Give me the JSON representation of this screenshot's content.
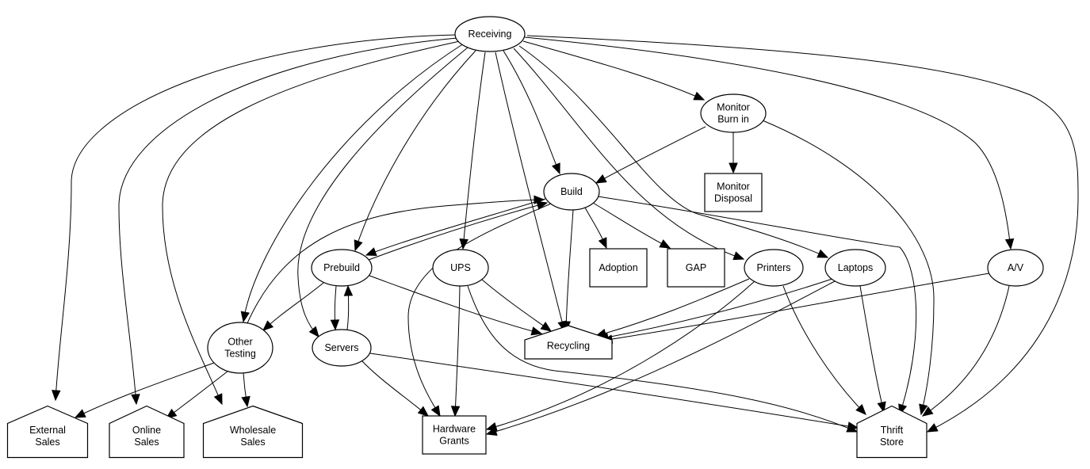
{
  "diagram": {
    "type": "directed-graph",
    "nodes": [
      {
        "id": "receiving",
        "label": [
          "Receiving"
        ],
        "shape": "ellipse"
      },
      {
        "id": "monitor_burn_in",
        "label": [
          "Monitor",
          "Burn in"
        ],
        "shape": "ellipse"
      },
      {
        "id": "monitor_disposal",
        "label": [
          "Monitor",
          "Disposal"
        ],
        "shape": "box"
      },
      {
        "id": "build",
        "label": [
          "Build"
        ],
        "shape": "ellipse"
      },
      {
        "id": "prebuild",
        "label": [
          "Prebuild"
        ],
        "shape": "ellipse"
      },
      {
        "id": "ups",
        "label": [
          "UPS"
        ],
        "shape": "ellipse"
      },
      {
        "id": "adoption",
        "label": [
          "Adoption"
        ],
        "shape": "box"
      },
      {
        "id": "gap",
        "label": [
          "GAP"
        ],
        "shape": "box"
      },
      {
        "id": "printers",
        "label": [
          "Printers"
        ],
        "shape": "ellipse"
      },
      {
        "id": "laptops",
        "label": [
          "Laptops"
        ],
        "shape": "ellipse"
      },
      {
        "id": "av",
        "label": [
          "A/V"
        ],
        "shape": "ellipse"
      },
      {
        "id": "other_testing",
        "label": [
          "Other",
          "Testing"
        ],
        "shape": "ellipse"
      },
      {
        "id": "servers",
        "label": [
          "Servers"
        ],
        "shape": "ellipse"
      },
      {
        "id": "recycling",
        "label": [
          "Recycling"
        ],
        "shape": "house"
      },
      {
        "id": "external_sales",
        "label": [
          "External",
          "Sales"
        ],
        "shape": "house"
      },
      {
        "id": "online_sales",
        "label": [
          "Online",
          "Sales"
        ],
        "shape": "house"
      },
      {
        "id": "wholesale_sales",
        "label": [
          "Wholesale",
          "Sales"
        ],
        "shape": "house"
      },
      {
        "id": "hardware_grants",
        "label": [
          "Hardware",
          "Grants"
        ],
        "shape": "box"
      },
      {
        "id": "thrift_store",
        "label": [
          "Thrift",
          "Store"
        ],
        "shape": "house"
      }
    ],
    "edges": [
      {
        "from": "receiving",
        "to": "external_sales"
      },
      {
        "from": "receiving",
        "to": "online_sales"
      },
      {
        "from": "receiving",
        "to": "wholesale_sales"
      },
      {
        "from": "receiving",
        "to": "other_testing"
      },
      {
        "from": "receiving",
        "to": "servers"
      },
      {
        "from": "receiving",
        "to": "prebuild"
      },
      {
        "from": "receiving",
        "to": "ups"
      },
      {
        "from": "receiving",
        "to": "recycling"
      },
      {
        "from": "receiving",
        "to": "build"
      },
      {
        "from": "receiving",
        "to": "printers"
      },
      {
        "from": "receiving",
        "to": "laptops"
      },
      {
        "from": "receiving",
        "to": "monitor_burn_in"
      },
      {
        "from": "receiving",
        "to": "av"
      },
      {
        "from": "receiving",
        "to": "thrift_store"
      },
      {
        "from": "monitor_burn_in",
        "to": "build"
      },
      {
        "from": "monitor_burn_in",
        "to": "monitor_disposal"
      },
      {
        "from": "monitor_burn_in",
        "to": "thrift_store"
      },
      {
        "from": "build",
        "to": "prebuild"
      },
      {
        "from": "prebuild",
        "to": "build"
      },
      {
        "from": "other_testing",
        "to": "build"
      },
      {
        "from": "build",
        "to": "hardware_grants"
      },
      {
        "from": "build",
        "to": "recycling"
      },
      {
        "from": "build",
        "to": "adoption"
      },
      {
        "from": "build",
        "to": "gap"
      },
      {
        "from": "build",
        "to": "thrift_store"
      },
      {
        "from": "prebuild",
        "to": "other_testing"
      },
      {
        "from": "prebuild",
        "to": "servers"
      },
      {
        "from": "servers",
        "to": "prebuild"
      },
      {
        "from": "prebuild",
        "to": "recycling"
      },
      {
        "from": "ups",
        "to": "recycling"
      },
      {
        "from": "ups",
        "to": "hardware_grants"
      },
      {
        "from": "ups",
        "to": "thrift_store"
      },
      {
        "from": "printers",
        "to": "recycling"
      },
      {
        "from": "printers",
        "to": "hardware_grants"
      },
      {
        "from": "printers",
        "to": "thrift_store"
      },
      {
        "from": "laptops",
        "to": "recycling"
      },
      {
        "from": "laptops",
        "to": "hardware_grants"
      },
      {
        "from": "laptops",
        "to": "thrift_store"
      },
      {
        "from": "av",
        "to": "recycling"
      },
      {
        "from": "av",
        "to": "thrift_store"
      },
      {
        "from": "other_testing",
        "to": "external_sales"
      },
      {
        "from": "other_testing",
        "to": "online_sales"
      },
      {
        "from": "other_testing",
        "to": "wholesale_sales"
      },
      {
        "from": "servers",
        "to": "hardware_grants"
      },
      {
        "from": "servers",
        "to": "thrift_store"
      }
    ]
  }
}
